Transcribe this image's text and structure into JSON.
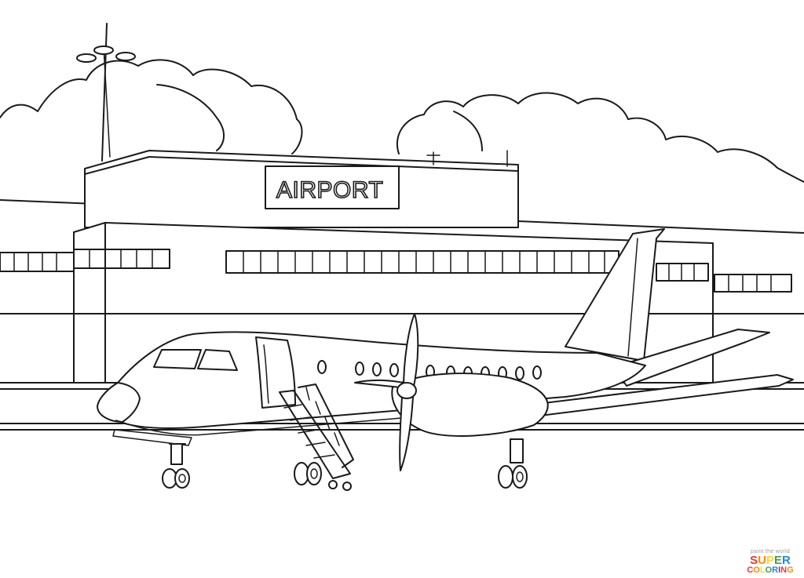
{
  "scene": {
    "sign_text": "AIRPORT"
  },
  "watermark": {
    "line1": "paint the world",
    "line2": "SUPER",
    "line3": "COLORING",
    "colors": [
      "#e53935",
      "#fb8c00",
      "#fdd835",
      "#43a047",
      "#1e88e5",
      "#8e24aa"
    ]
  }
}
